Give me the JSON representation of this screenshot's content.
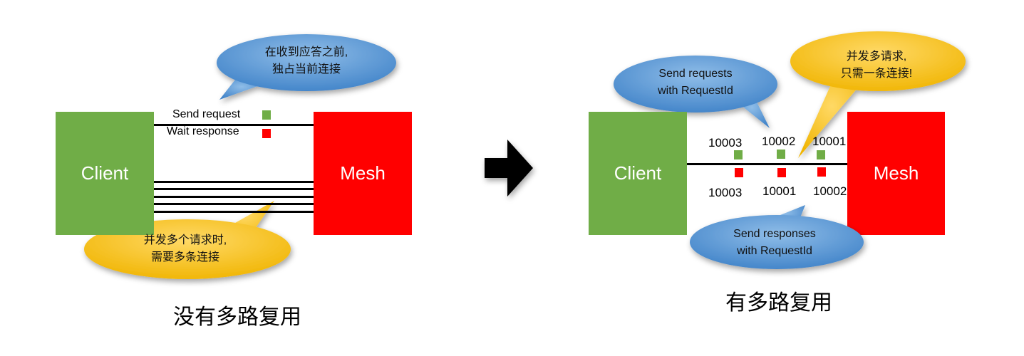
{
  "left_panel": {
    "client_label": "Client",
    "mesh_label": "Mesh",
    "send_request_label": "Send request",
    "wait_response_label": "Wait response",
    "blue_callout": [
      "在收到应答之前,",
      "独占当前连接"
    ],
    "yellow_callout": [
      "并发多个请求时,",
      "需要多条连接"
    ],
    "caption": "没有多路复用"
  },
  "right_panel": {
    "client_label": "Client",
    "mesh_label": "Mesh",
    "request_ids": [
      "10003",
      "10002",
      "10001"
    ],
    "response_ids": [
      "10003",
      "10001",
      "10002"
    ],
    "blue_callout_top": [
      "Send requests",
      "with RequestId"
    ],
    "blue_callout_bottom": [
      "Send responses",
      "with RequestId"
    ],
    "yellow_callout": [
      "并发多请求,",
      "只需一条连接!"
    ],
    "caption": "有多路复用"
  },
  "arrow": {
    "icon": "right-arrow-icon"
  },
  "colors": {
    "client": "#70ad47",
    "mesh": "#ff0000",
    "callout_blue": "#5b9bd5",
    "callout_yellow": "#ffc000"
  }
}
